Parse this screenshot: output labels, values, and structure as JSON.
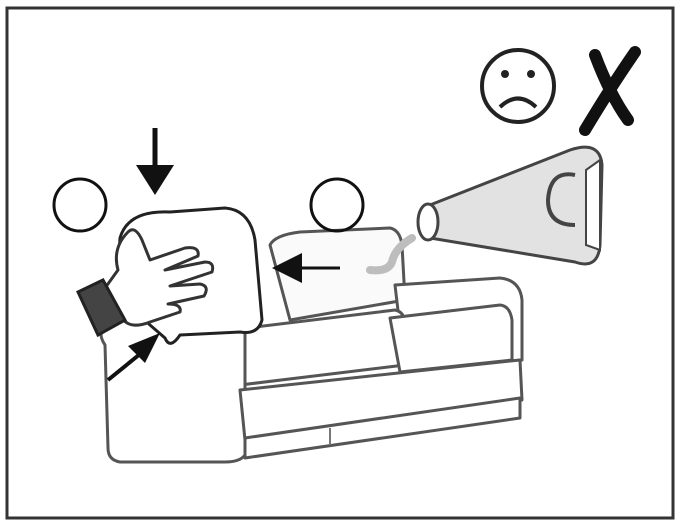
{
  "illustration": {
    "marks": {
      "ok_left": "circle",
      "ok_right": "circle",
      "not_ok": "cross"
    },
    "icons": [
      "sad-face-icon",
      "cross-icon",
      "circle-icon",
      "arrow-icon",
      "hand-icon",
      "cloth-icon",
      "sofa-icon",
      "blower-icon"
    ]
  }
}
